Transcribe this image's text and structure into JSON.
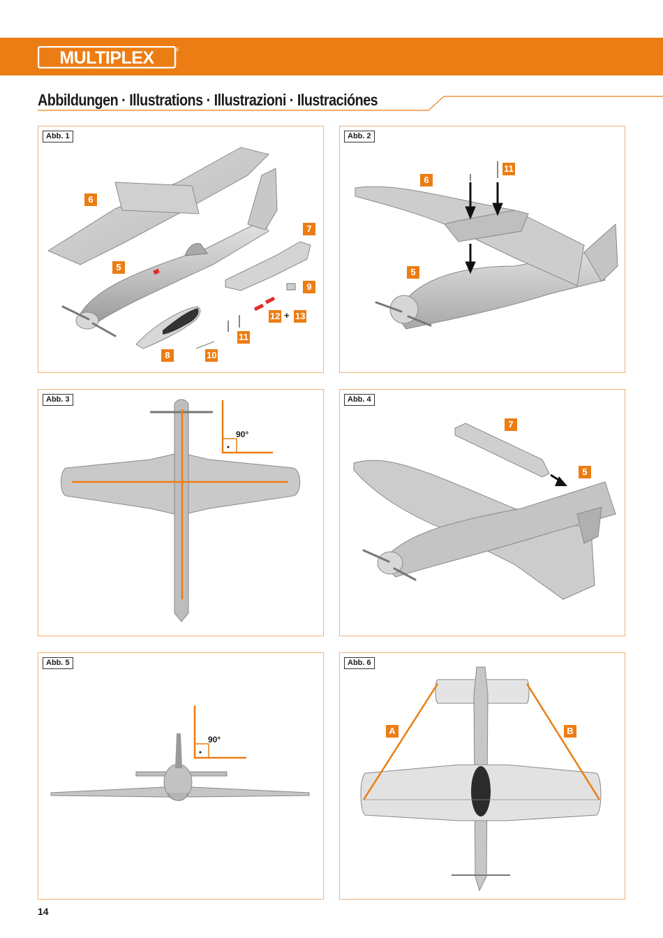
{
  "header": {
    "brand": "MULTIPLEX",
    "registered_mark": "®",
    "accent_color": "#ec7d14"
  },
  "page_title": "Abbildungen · Illustrations · Illustrazioni · Ilustraciónes",
  "figures": [
    {
      "label": "Abb. 1",
      "parts": [
        "6",
        "5",
        "7",
        "9",
        "8",
        "10",
        "11",
        "12",
        "13"
      ],
      "plus": "+"
    },
    {
      "label": "Abb. 2",
      "parts": [
        "6",
        "11",
        "5"
      ]
    },
    {
      "label": "Abb. 3",
      "angle": "90°"
    },
    {
      "label": "Abb. 4",
      "parts": [
        "7",
        "5"
      ]
    },
    {
      "label": "Abb. 5",
      "angle": "90°"
    },
    {
      "label": "Abb. 6",
      "markers": [
        "A",
        "B"
      ]
    }
  ],
  "page_number": "14"
}
